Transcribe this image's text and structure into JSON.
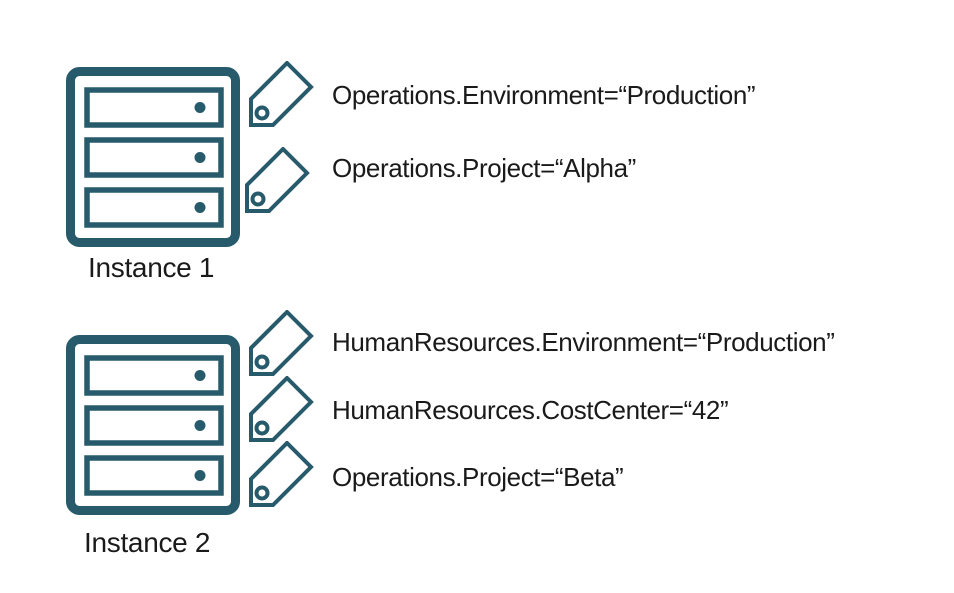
{
  "colors": {
    "outline": "#275B6C",
    "text": "#1A1A1A",
    "background": "#FFFFFF"
  },
  "icons": {
    "server": "server-rack-outline",
    "tag": "label-tag-outline"
  },
  "instances": [
    {
      "label": "Instance 1",
      "tags": [
        {
          "text": "Operations.Environment=“Production”"
        },
        {
          "text": "Operations.Project=“Alpha”"
        }
      ]
    },
    {
      "label": "Instance 2",
      "tags": [
        {
          "text": "HumanResources.Environment=“Production”"
        },
        {
          "text": "HumanResources.CostCenter=“42”"
        },
        {
          "text": "Operations.Project=“Beta”"
        }
      ]
    }
  ]
}
